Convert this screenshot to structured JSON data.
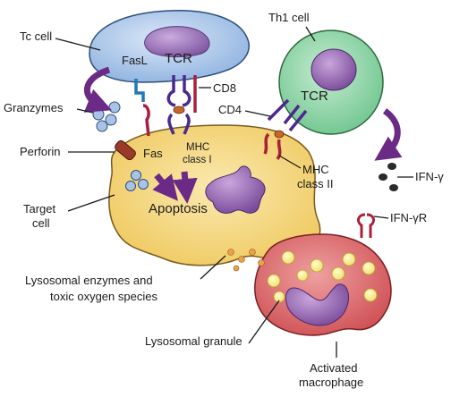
{
  "labels": {
    "tc_cell": "Tc cell",
    "th1_cell": "Th1 cell",
    "fasl": "FasL",
    "tcr_tc": "TCR",
    "cd8": "CD8",
    "granzymes": "Granzymes",
    "perforin": "Perforin",
    "fas": "Fas",
    "mhc1_line1": "MHC",
    "mhc1_line2": "class I",
    "tcr_th1": "TCR",
    "cd4": "CD4",
    "mhc2_line1": "MHC",
    "mhc2_line2": "class II",
    "ifn_gamma": "IFN-γ",
    "ifn_gamma_r": "IFN-γR",
    "apoptosis": "Apoptosis",
    "target_line1": "Target",
    "target_line2": "cell",
    "lysosomal_line1": "Lysosomal enzymes and",
    "lysosomal_line2": "toxic oxygen species",
    "granule": "Lysosomal granule",
    "macrophage_line1": "Activated",
    "macrophage_line2": "macrophage"
  },
  "colors": {
    "tc_cell": "#a9c6ea",
    "th1_cell": "#8ed3a4",
    "target_cell": "#f3d57a",
    "macrophage": "#d9666a",
    "nucleus": "#8a5fa8",
    "arrow": "#6b2a86",
    "receptor_purple": "#4b2a8f",
    "receptor_red": "#a8203a",
    "granule": "#f3ea7a",
    "granzyme": "#a9c3e6",
    "perforin": "#9a3b2a"
  }
}
